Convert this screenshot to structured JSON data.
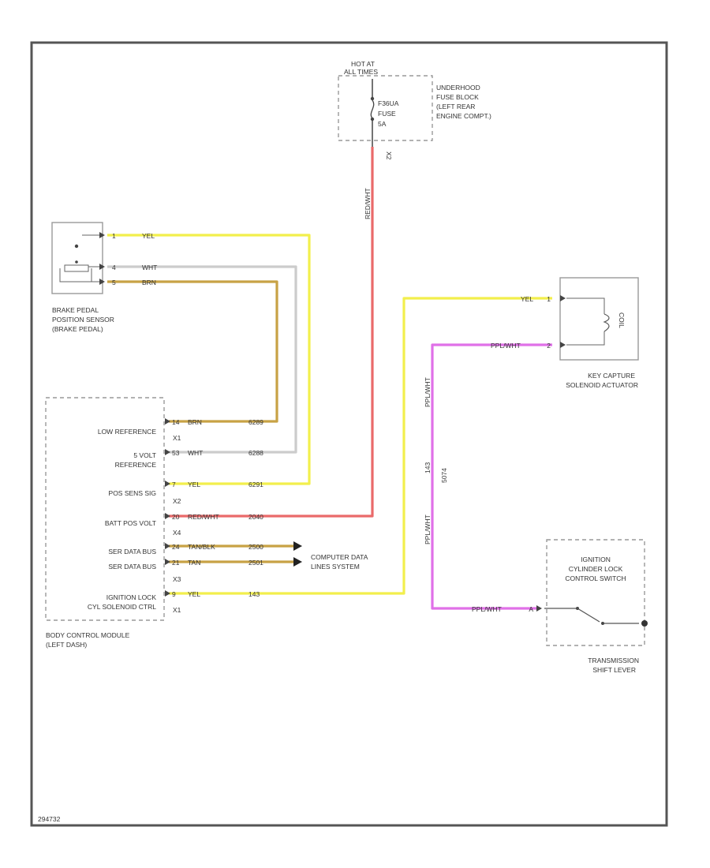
{
  "fuse_block": {
    "hot_label": "HOT AT",
    "hot_label2": "ALL TIMES",
    "fuse_name": "F36UA",
    "fuse_line2": "FUSE",
    "fuse_amps": "5A",
    "name": [
      "UNDERHOOD",
      "FUSE BLOCK",
      "(LEFT REAR",
      "ENGINE COMPT.)"
    ],
    "pin": "X2"
  },
  "brake_sensor": {
    "name": [
      "BRAKE PEDAL",
      "POSITION SENSOR",
      "(BRAKE PEDAL)"
    ],
    "pins": [
      "1",
      "4",
      "5"
    ],
    "wires": [
      "YEL",
      "WHT",
      "BRN"
    ]
  },
  "bcm": {
    "name": [
      "BODY CONTROL MODULE",
      "(LEFT DASH)"
    ],
    "signals": [
      "LOW REFERENCE",
      "5 VOLT",
      "REFERENCE",
      "POS SENS SIG",
      "BATT POS VOLT",
      "SER DATA BUS",
      "SER DATA BUS",
      "IGNITION LOCK",
      "CYL SOLENOID CTRL"
    ],
    "connectors": [
      "X1",
      "X2",
      "X4",
      "X3",
      "X1"
    ],
    "pins": [
      "14",
      "53",
      "7",
      "20",
      "24",
      "21",
      "9"
    ],
    "wires": [
      "BRN",
      "WHT",
      "YEL",
      "RED/WHT",
      "TAN/BLK",
      "TAN",
      "YEL"
    ],
    "circuits": [
      "6289",
      "6288",
      "6291",
      "2040",
      "2500",
      "2501",
      "143"
    ]
  },
  "red_wire": {
    "label": "RED/WHT"
  },
  "data_link": {
    "name": [
      "COMPUTER DATA",
      "LINES SYSTEM"
    ]
  },
  "key_solenoid": {
    "name": [
      "KEY CAPTURE",
      "SOLENOID ACTUATOR"
    ],
    "coil": "COIL",
    "pins": [
      "1",
      "2"
    ],
    "wires": [
      "YEL",
      "PPL/WHT"
    ]
  },
  "purple_wire": {
    "label_a": "PPL/WHT",
    "label_b": "PPL/WHT",
    "circuit_a": "143",
    "circuit_b": "5074"
  },
  "ignition_switch": {
    "name": [
      "IGNITION",
      "CYLINDER LOCK",
      "CONTROL SWITCH"
    ],
    "pin": "A",
    "wire": "PPL/WHT"
  },
  "shift_lever": {
    "name": [
      "TRANSMISSION",
      "SHIFT LEVER"
    ]
  },
  "footer": {
    "code": "294732"
  },
  "colors": {
    "yellow": "#f2ef4c",
    "white_wire": "#cccccc",
    "brown": "#c8a245",
    "red": "#ea6a6a",
    "purple": "#e070e8",
    "border": "#555555"
  }
}
